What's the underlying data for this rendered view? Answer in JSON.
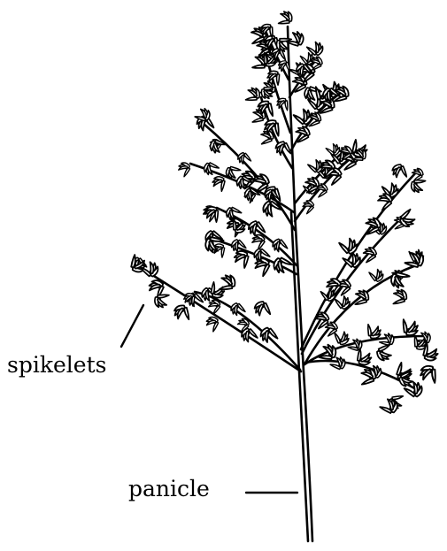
{
  "figure": {
    "labels": {
      "spikelets": "spikelets",
      "panicle": "panicle"
    },
    "colors": {
      "ink": "#000000",
      "background": "#ffffff"
    },
    "illustration": "grass-panicle-with-spikelets"
  }
}
